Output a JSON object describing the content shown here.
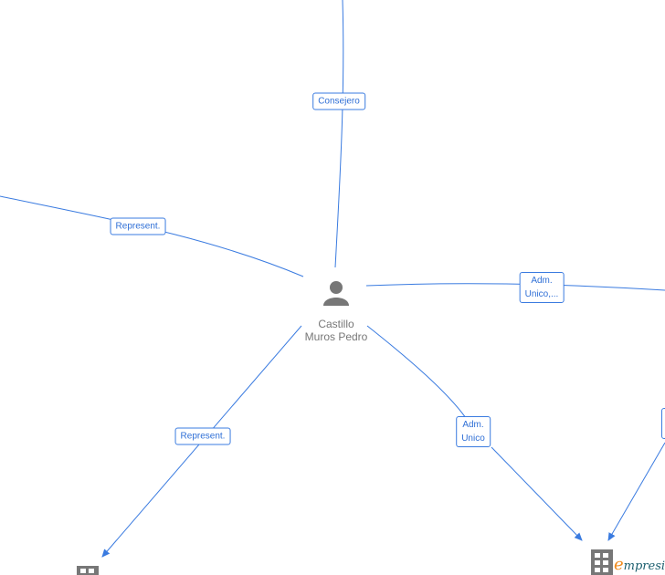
{
  "center_person": {
    "name_line1": "Castillo",
    "name_line2": "Muros Pedro"
  },
  "edges": [
    {
      "label": "Consejero"
    },
    {
      "label": "Represent."
    },
    {
      "label_line1": "Adm.",
      "label_line2": "Unico,..."
    },
    {
      "label": "Represent."
    },
    {
      "label_line1": "Adm.",
      "label_line2": "Unico"
    }
  ],
  "logo": {
    "first": "e",
    "rest": "mpresia"
  },
  "colors": {
    "edge": "#3a7be0",
    "icon": "#777777"
  }
}
